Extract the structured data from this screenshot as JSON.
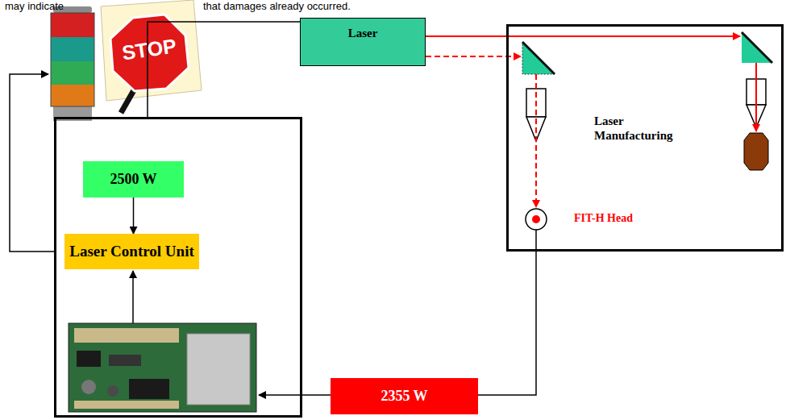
{
  "diagram": {
    "nodes": [
      {
        "text": [
          "Laser"
        ]
      },
      {
        "text": [
          "Laser Manufacturing",
          "FIT-H Head"
        ]
      },
      {
        "text": [
          "2500 W"
        ]
      },
      {
        "text": [
          "Laser Control Unit"
        ]
      },
      {
        "text": [
          "2355 W"
        ]
      }
    ],
    "edges": [
      {
        "from": 2,
        "to": 3,
        "arrow": "to"
      }
    ],
    "labels": [
      "may indicate",
      "that damages already occurred.",
      "STOP"
    ]
  }
}
